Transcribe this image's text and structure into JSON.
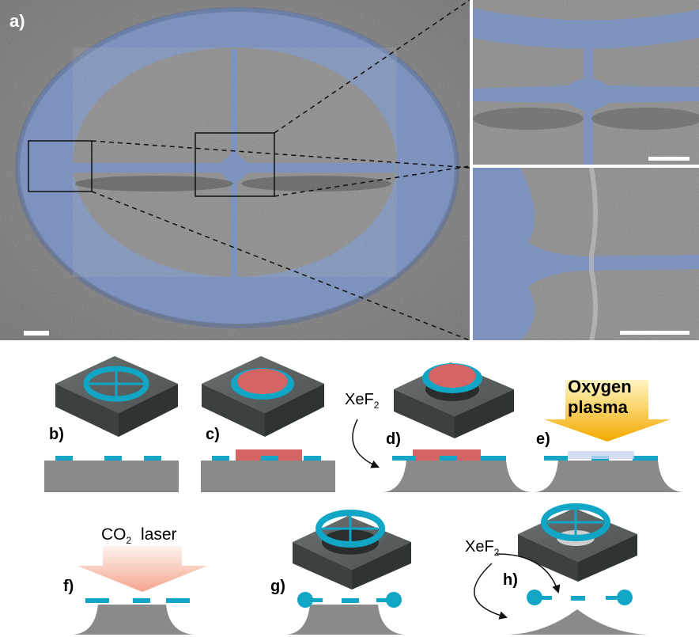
{
  "panels": {
    "a": "a)",
    "b": "b)",
    "c": "c)",
    "d": "d)",
    "e": "e)",
    "f": "f)",
    "g": "g)",
    "h": "h)"
  },
  "process_labels": {
    "xef2_d": "XeF",
    "xef2_d_sub": "2",
    "oxygen": "Oxygen",
    "plasma": "plasma",
    "co2": "CO",
    "co2_sub": "2",
    "laser": "laser",
    "xef2_h": "XeF",
    "xef2_h_sub": "2"
  },
  "colors": {
    "resonator_blue": "#7d93bd",
    "substrate_gray": "#8a8a8a",
    "film_cyan": "#11a5c6",
    "sacrificial_red": "#d56464",
    "plasma_yellow": "#f4b400",
    "laser_pink": "#f6b9a8",
    "chip_dark": "#555a5a"
  }
}
